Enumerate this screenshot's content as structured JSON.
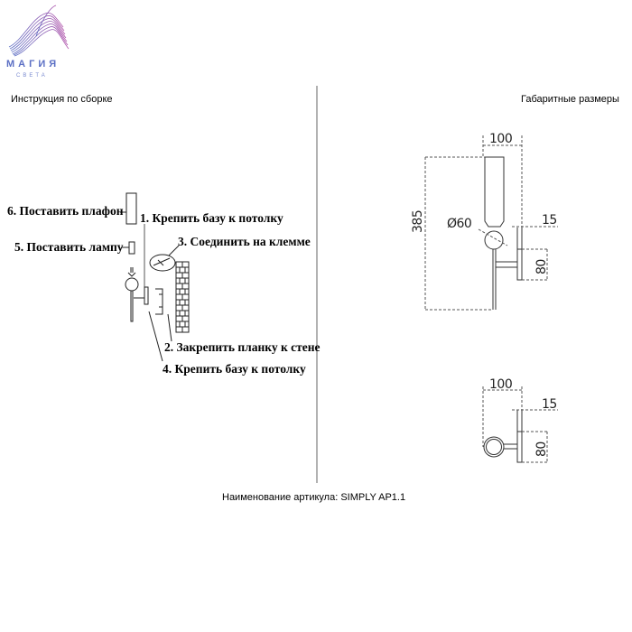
{
  "logo": {
    "title": "МАГИЯ",
    "subtitle": "СВЕТА"
  },
  "left_title": "Инструкция по сборке",
  "right_title": "Габаритные размеры",
  "steps": [
    "6. Поставить плафон",
    "1. Крепить базу к потолку",
    "5. Поставить лампу",
    "3. Соединить на клемме",
    "2. Закрепить планку к стене",
    "4. Крепить базу к потолку"
  ],
  "dimensions_front": {
    "width": "100",
    "height": "385",
    "diameter": "Ø60",
    "plate_depth": "15",
    "plate_height": "80"
  },
  "dimensions_side": {
    "width": "100",
    "plate_depth": "15",
    "plate_height": "80"
  },
  "article": "Наименование артикула: SIMPLY AP1.1",
  "colors": {
    "logo_purple": "#9b4fb0",
    "logo_blue": "#5b6fc4"
  }
}
